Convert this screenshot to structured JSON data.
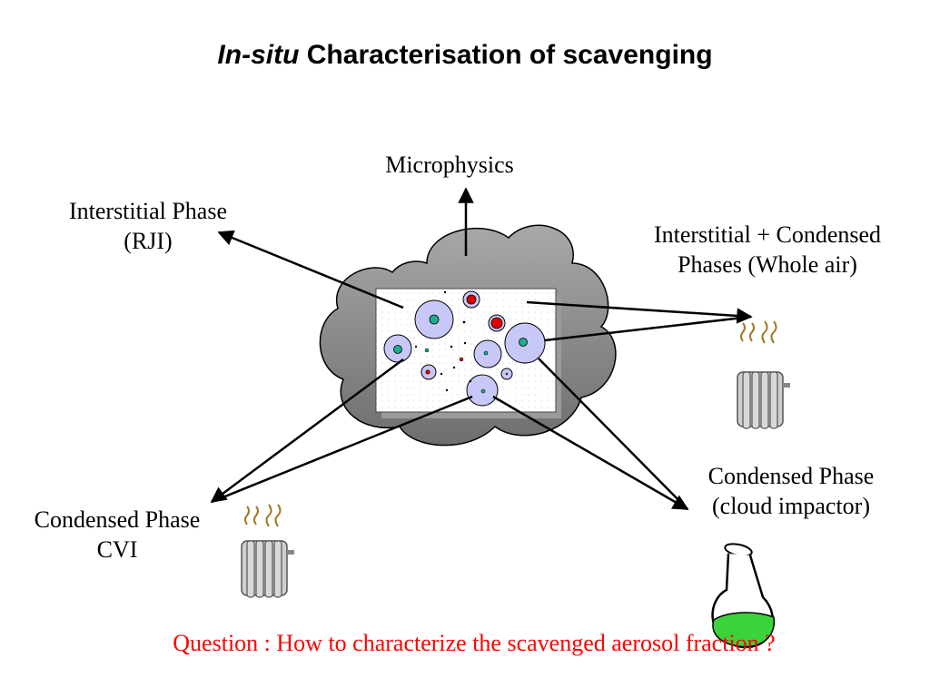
{
  "title": {
    "italic": "In-situ",
    "rest": "Characterisation of scavenging"
  },
  "labels": {
    "microphysics": "Microphysics",
    "interstitial_line1": "Interstitial Phase",
    "interstitial_line2": "(RJI)",
    "whole_air_line1": "Interstitial + Condensed",
    "whole_air_line2": "Phases (Whole air)",
    "cloud_impactor_line1": "Condensed Phase",
    "cloud_impactor_line2": "(cloud impactor)",
    "cvi_line1": "Condensed Phase",
    "cvi_line2": "CVI"
  },
  "question": "Question : How to characterize the scavenged aerosol fraction ?",
  "icons": [
    "cloud-icon",
    "heater-icon",
    "steam-icon",
    "flask-icon"
  ],
  "colors": {
    "cloud": "#888888",
    "droplet": "#c8c8f8",
    "nucleus_green": "#1aae8a",
    "nucleus_red": "#e00000",
    "flask_liquid": "#3cd23c",
    "steam": "#a07820",
    "question": "#ff0000"
  }
}
